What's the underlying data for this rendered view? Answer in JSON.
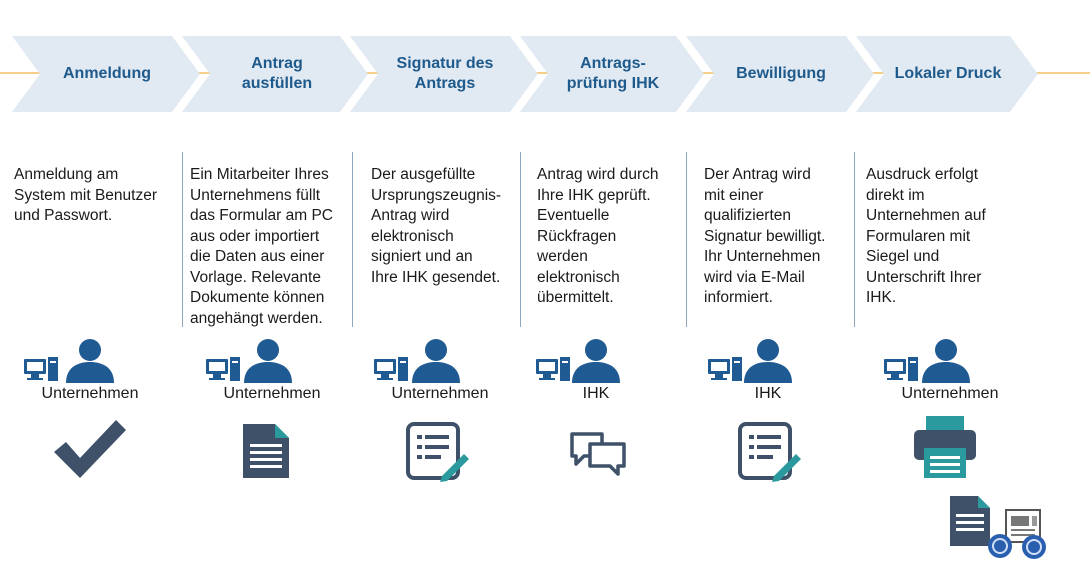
{
  "colors": {
    "arrow_fill": "#e1e9f2",
    "primary_blue": "#1f5a93",
    "dark_slate": "#3f5168",
    "teal": "#2b9a9e",
    "timeline": "#f5cf8a"
  },
  "steps": [
    {
      "title": "Anmeldung",
      "text": "Anmeldung am\nSystem mit Benutzer\nund Passwort.",
      "actor": "Unternehmen",
      "icon": "checkmark-icon"
    },
    {
      "title": "Antrag\nausfüllen",
      "text": "Ein Mitarbeiter Ihres\nUnternehmens füllt\ndas Formular am PC\naus oder importiert\ndie Daten aus einer\nVorlage. Relevante\nDokumente können\nangehängt werden.",
      "actor": "Unternehmen",
      "icon": "document-icon"
    },
    {
      "title": "Signatur des\nAntrags",
      "text": "Der ausgefüllte\nUrsprungszeugnis-\nAntrag wird\nelektronisch\nsigniert und an\nIhre IHK gesendet.",
      "actor": "Unternehmen",
      "icon": "form-sign-icon"
    },
    {
      "title": "Antrags-\nprüfung IHK",
      "text": "Antrag wird durch\nIhre IHK geprüft.\nEventuelle\nRückfragen\nwerden\nelektronisch\nübermittelt.",
      "actor": "IHK",
      "icon": "chat-bubbles-icon"
    },
    {
      "title": "Bewilligung",
      "text": "Der Antrag wird\nmit einer\nqualifizierten\nSignatur bewilligt.\nIhr Unternehmen\nwird via E-Mail\ninformiert.",
      "actor": "IHK",
      "icon": "form-sign-icon"
    },
    {
      "title": "Lokaler Druck",
      "text": "Ausdruck erfolgt\ndirekt im\nUnternehmen auf\nFormularen mit\nSiegel und\nUnterschrift Ihrer\nIHK.",
      "actor": "Unternehmen",
      "icon": "printer-icon"
    }
  ]
}
